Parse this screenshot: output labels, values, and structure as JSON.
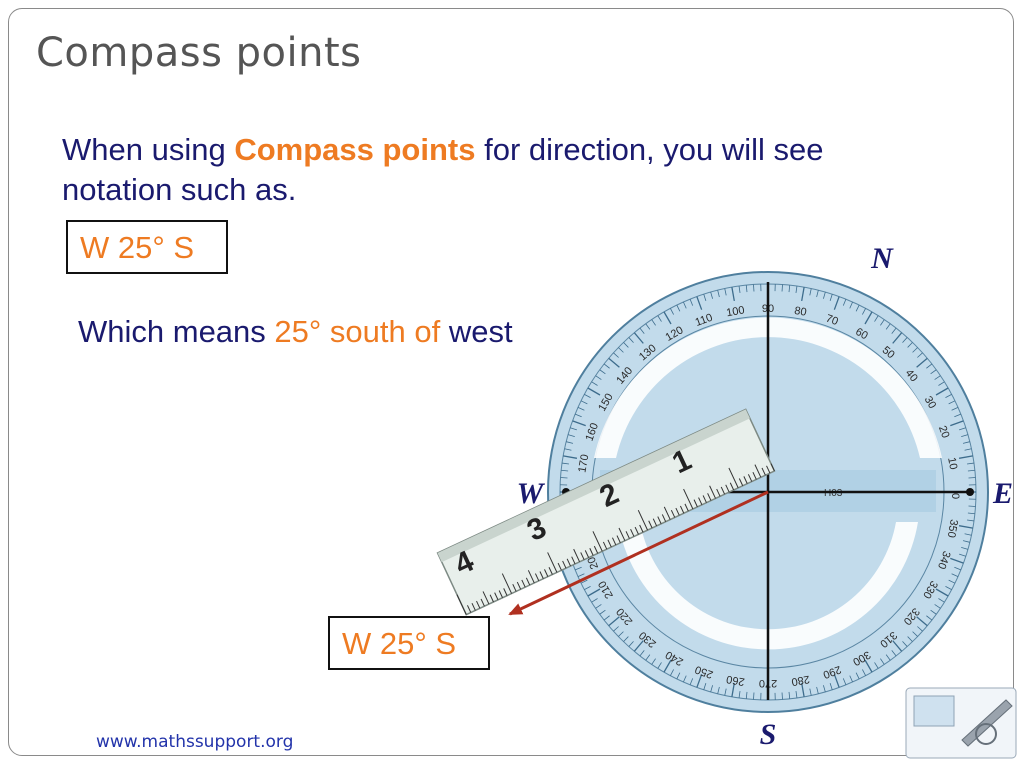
{
  "slide": {
    "title": "Compass points",
    "intro_before": "When using ",
    "intro_highlight": "Compass points",
    "intro_after": " for direction, you will see notation such as.",
    "notation": "W 25° S",
    "meaning_before": "Which means ",
    "meaning_highlight": "25° south of",
    "meaning_after": " west",
    "footer_url": "www.mathssupport.org"
  },
  "compass": {
    "north": "N",
    "south": "S",
    "east": "E",
    "west": "W",
    "bearing_degrees": 25,
    "bearing_direction": "south of west"
  },
  "protractor": {
    "label": "H03",
    "tick_step": 10
  },
  "ruler": {
    "numbers": [
      "1",
      "2",
      "3",
      "4"
    ]
  },
  "colors": {
    "title": "#555555",
    "body_text": "#1a1a6e",
    "accent": "#ee7b22",
    "arrow": "#b03020",
    "protractor": "#aecfe4"
  }
}
